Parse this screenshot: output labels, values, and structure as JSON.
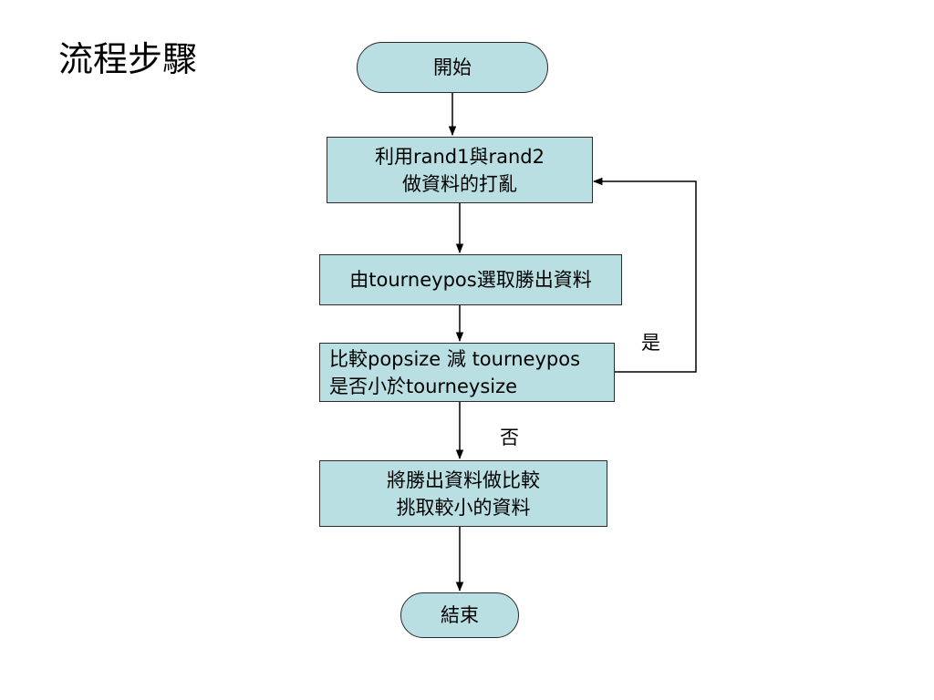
{
  "title": "流程步驟",
  "flowchart": {
    "start": "開始",
    "step1": [
      "利用rand1與rand2",
      "做資料的打亂"
    ],
    "step2": "由tourneypos選取勝出資料",
    "decision": [
      "比較popsize 減 tourneypos",
      "是否小於tourneysize"
    ],
    "step3": [
      "將勝出資料做比較",
      "挑取較小的資料"
    ],
    "end": "結束",
    "yes_label": "是",
    "no_label": "否"
  },
  "colors": {
    "node_fill": "#b9dfe3",
    "stroke": "#000000"
  }
}
